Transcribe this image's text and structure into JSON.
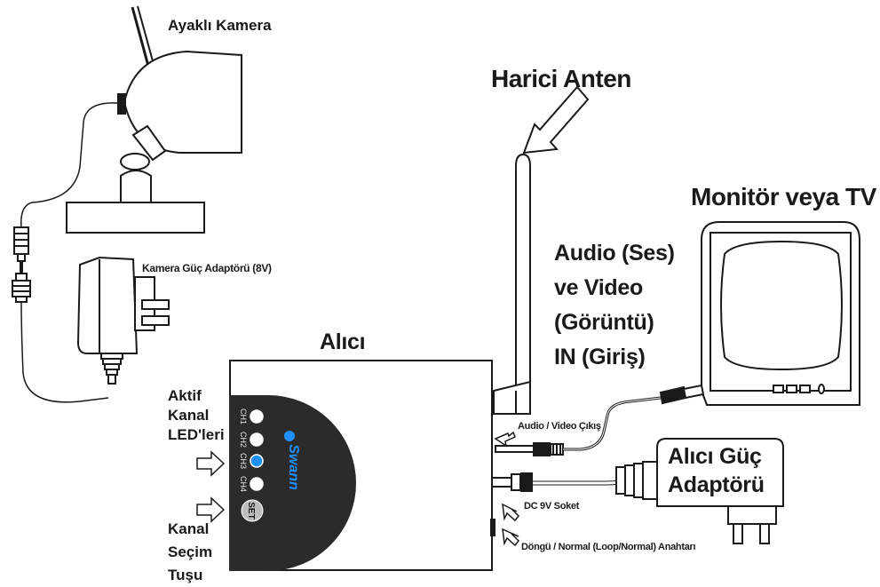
{
  "labels": {
    "camera": "Ayaklı Kamera",
    "camera_adapter": "Kamera Güç Adaptörü (8V)",
    "external_antenna": "Harici Anten",
    "monitor": "Monitör veya TV",
    "av_in_lines": [
      "Audio (Ses)",
      "ve Video",
      "(Görüntü)",
      "IN (Giriş)"
    ],
    "receiver": "Alıcı",
    "active_leds_lines": [
      "Aktif",
      "Kanal",
      "LED'leri"
    ],
    "channel_button_lines": [
      "Kanal",
      "Seçim",
      "Tuşu"
    ],
    "av_out": "Audio / Video Çıkış",
    "dc_socket": "DC 9V Soket",
    "loop_switch": "Döngü / Normal (Loop/Normal) Anahtarı",
    "receiver_adapter_lines": [
      "Alıcı Güç",
      "Adaptörü"
    ]
  },
  "receiver_panel": {
    "channels": [
      {
        "label": "CH1",
        "active": false
      },
      {
        "label": "CH2",
        "active": false
      },
      {
        "label": "CH3",
        "active": true
      },
      {
        "label": "CH4",
        "active": false
      }
    ],
    "set_button": "SET",
    "brand": "Swann"
  },
  "colors": {
    "line": "#1a1a1a",
    "panel": "#2b2b2b",
    "led_on": "#1e90ff",
    "led_off": "#ffffff",
    "button": "#bdbdbd"
  }
}
